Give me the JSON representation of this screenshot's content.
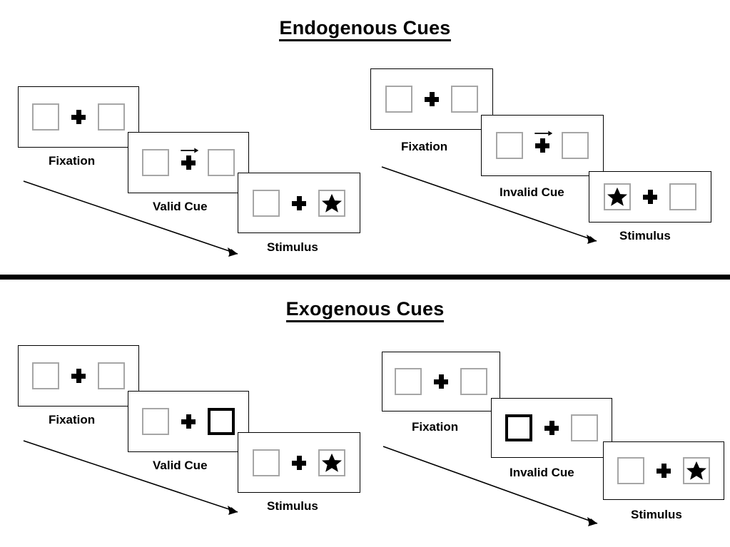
{
  "figure": {
    "sections": [
      {
        "id": "endogenous",
        "title": "Endogenous Cues",
        "sequences": [
          {
            "id": "endogenous-valid",
            "cue_type": "valid",
            "panels": [
              {
                "label": "Fixation",
                "left_box": "empty",
                "right_box": "empty",
                "centre": "cross"
              },
              {
                "label": "Valid Cue",
                "left_box": "empty",
                "right_box": "empty",
                "centre": "cross-with-right-arrow"
              },
              {
                "label": "Stimulus",
                "left_box": "empty",
                "right_box": "star",
                "centre": "cross"
              }
            ]
          },
          {
            "id": "endogenous-invalid",
            "cue_type": "invalid",
            "panels": [
              {
                "label": "Fixation",
                "left_box": "empty",
                "right_box": "empty",
                "centre": "cross"
              },
              {
                "label": "Invalid Cue",
                "left_box": "empty",
                "right_box": "empty",
                "centre": "cross-with-right-arrow"
              },
              {
                "label": "Stimulus",
                "left_box": "star",
                "right_box": "empty",
                "centre": "cross"
              }
            ]
          }
        ]
      },
      {
        "id": "exogenous",
        "title": "Exogenous Cues",
        "sequences": [
          {
            "id": "exogenous-valid",
            "cue_type": "valid",
            "panels": [
              {
                "label": "Fixation",
                "left_box": "empty",
                "right_box": "empty",
                "centre": "cross"
              },
              {
                "label": "Valid Cue",
                "left_box": "empty",
                "right_box": "highlight",
                "centre": "cross"
              },
              {
                "label": "Stimulus",
                "left_box": "empty",
                "right_box": "star",
                "centre": "cross"
              }
            ]
          },
          {
            "id": "exogenous-invalid",
            "cue_type": "invalid",
            "panels": [
              {
                "label": "Fixation",
                "left_box": "empty",
                "right_box": "empty",
                "centre": "cross"
              },
              {
                "label": "Invalid Cue",
                "left_box": "highlight",
                "right_box": "empty",
                "centre": "cross"
              },
              {
                "label": "Stimulus",
                "left_box": "empty",
                "right_box": "star",
                "centre": "cross"
              }
            ]
          }
        ]
      }
    ],
    "colors": {
      "box_border": "#a6a6a6",
      "highlight_border": "#000000",
      "panel_border": "#000000",
      "ink": "#000000",
      "background": "#ffffff"
    }
  }
}
